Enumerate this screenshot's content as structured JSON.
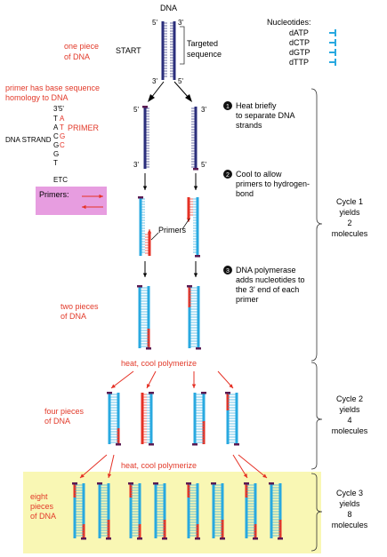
{
  "top": {
    "dna": "DNA",
    "five": "5'",
    "three": "3'",
    "start": "START",
    "targeted_1": "Targeted",
    "targeted_2": "sequence",
    "one_piece_1": "one piece",
    "one_piece_2": "of DNA"
  },
  "nucleotides": {
    "title": "Nucleotides:",
    "items": [
      "dATP",
      "dCTP",
      "dGTP",
      "dTTP"
    ]
  },
  "primer_note": {
    "line1": "primer has base sequence",
    "line2": "homology to DNA"
  },
  "strand_labels": {
    "left_top": "5'",
    "left_bottom": "3'",
    "right_top": "3'",
    "right_bottom": "5'",
    "top_left_3": "3'",
    "top_right_5": "5'"
  },
  "sequence": {
    "header": "3'5'",
    "pairs": [
      [
        "T",
        "A"
      ],
      [
        "A",
        "T"
      ],
      [
        "C",
        "G"
      ],
      [
        "G",
        "C"
      ],
      [
        "G",
        ""
      ],
      [
        "T",
        ""
      ]
    ],
    "etc": "ETC",
    "strand_label": "DNA STRAND",
    "primer_label": "PRIMER"
  },
  "primers_box": {
    "label": "Primers:"
  },
  "steps": [
    {
      "num": "1",
      "line1": "Heat briefly",
      "line2": "to separate DNA",
      "line3": "strands"
    },
    {
      "num": "2",
      "line1": "Cool to allow",
      "line2": "primers to hydrogen-",
      "line3": "bond"
    },
    {
      "num": "3",
      "line1": "DNA polymerase",
      "line2": "adds nucleotides to",
      "line3": "the 3' end of each",
      "line4": "primer"
    }
  ],
  "primers_arrow_label": "Primers",
  "pieces": {
    "two_1": "two pieces",
    "two_2": "of DNA",
    "four_1": "four pieces",
    "four_2": "of DNA",
    "eight_1": "eight",
    "eight_2": "pieces",
    "eight_3": "of DNA"
  },
  "heat_cool": "heat, cool polymerize",
  "cycles": [
    {
      "l1": "Cycle  1",
      "l2": "yields",
      "l3": "2",
      "l4": "molecules"
    },
    {
      "l1": "Cycle  2",
      "l2": "yields",
      "l3": "4",
      "l4": "molecules"
    },
    {
      "l1": "Cycle  3",
      "l2": "yields",
      "l3": "8",
      "l4": "molecules"
    }
  ],
  "colors": {
    "dark_strand": "#2b2f7c",
    "cyan": "#29a9e0",
    "red": "#e53125",
    "purple": "#5a1a52",
    "pink": "#e79de0",
    "yellow": "#f9f7b4",
    "label_red": "#e23a2a"
  }
}
